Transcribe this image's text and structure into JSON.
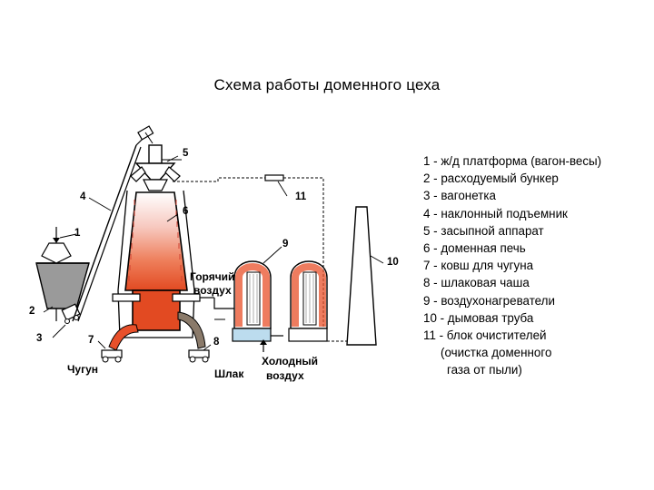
{
  "title": "Схема работы доменного цеха",
  "callouts": [
    "1",
    "2",
    "3",
    "4",
    "5",
    "6",
    "7",
    "8",
    "9",
    "10",
    "11"
  ],
  "labels": {
    "hot_air_1": "Горячий",
    "hot_air_2": "воздух",
    "cold_air_1": "Холодный",
    "cold_air_2": "воздух",
    "pig_iron": "Чугун",
    "slag": "Шлак"
  },
  "legend": [
    "1 - ж/д платформа (вагон-весы)",
    "2 - расходуемый бункер",
    "3 - вагонетка",
    "4 - наклонный подъемник",
    "5 - засыпной аппарат",
    "6 - доменная печь",
    "7 - ковш для чугуна",
    "8 - шлаковая чаша",
    "9 - воздухонагреватели",
    "10 - дымовая труба",
    "11 - блок очистителей"
  ],
  "legend_continuation": [
    "(очистка доменного",
    "газа от пыли)"
  ],
  "colors": {
    "hot": "#e8502a",
    "warm": "#f4a39a",
    "slag": "#8a7a6a",
    "water": "#bcdcee",
    "hopper_fill": "#9a9a9a"
  }
}
